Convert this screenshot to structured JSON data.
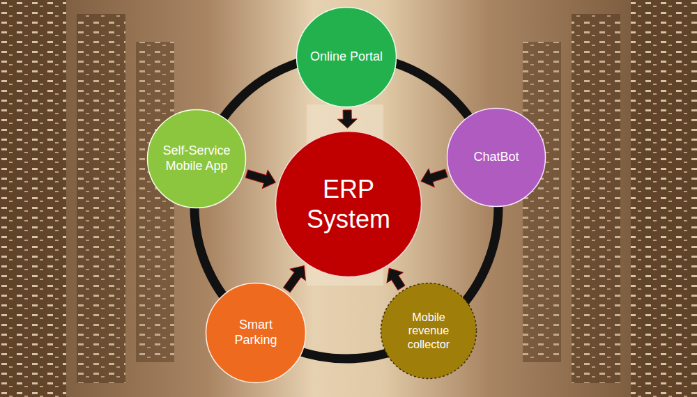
{
  "diagram": {
    "nodes": [
      {
        "text": [
          "Online Portal"
        ]
      },
      {
        "text": [
          "Self-Service Mobile App"
        ]
      },
      {
        "text": [
          "ChatBot"
        ]
      },
      {
        "text": [
          "ERP System"
        ]
      },
      {
        "text": [
          "Smart Parking"
        ]
      },
      {
        "text": [
          "Mobile revenue collector"
        ]
      }
    ],
    "edges": [
      {
        "from": 0,
        "to": 3,
        "arrow": "to"
      },
      {
        "from": 1,
        "to": 3,
        "arrow": "to"
      },
      {
        "from": 2,
        "to": 3,
        "arrow": "to"
      },
      {
        "from": 4,
        "to": 3,
        "arrow": "to"
      },
      {
        "from": 5,
        "to": 3,
        "arrow": "to"
      }
    ]
  }
}
